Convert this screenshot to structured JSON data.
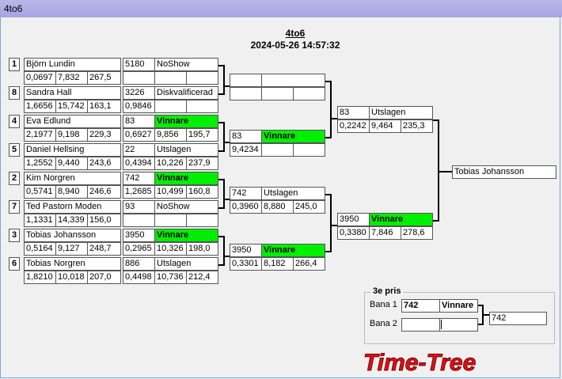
{
  "window": {
    "title": "4to6"
  },
  "header": {
    "title": "4to6",
    "datetime": "2024-05-26 14:57:32"
  },
  "round1": [
    {
      "seed": "1",
      "name": "Björn Lundin",
      "r1": "0,0697",
      "r2": "7,832",
      "r3": "267,5",
      "score": "5180",
      "status": "NoShow",
      "s1": "",
      "s2": "",
      "s3": "",
      "winner": false
    },
    {
      "seed": "8",
      "name": "Sandra Hall",
      "r1": "1,6656",
      "r2": "15,742",
      "r3": "163,1",
      "score": "3226",
      "status": "Diskvalificerad",
      "s1": "0,9846",
      "s2": "",
      "s3": "",
      "winner": false
    },
    {
      "seed": "4",
      "name": "Eva Edlund",
      "r1": "2,1977",
      "r2": "9,198",
      "r3": "229,3",
      "score": "83",
      "status": "Vinnare",
      "s1": "0,6927",
      "s2": "9,856",
      "s3": "195,7",
      "winner": true
    },
    {
      "seed": "5",
      "name": "Daniel Hellsing",
      "r1": "1,2552",
      "r2": "9,440",
      "r3": "243,6",
      "score": "22",
      "status": "Utslagen",
      "s1": "0,4394",
      "s2": "10,226",
      "s3": "237,9",
      "winner": false
    },
    {
      "seed": "2",
      "name": "Kim Norgren",
      "r1": "0,5741",
      "r2": "8,940",
      "r3": "246,6",
      "score": "742",
      "status": "Vinnare",
      "s1": "1,2685",
      "s2": "10,499",
      "s3": "160,8",
      "winner": true
    },
    {
      "seed": "7",
      "name": "Ted Pastorn Moden",
      "r1": "1,1331",
      "r2": "14,339",
      "r3": "156,0",
      "score": "93",
      "status": "NoShow",
      "s1": "",
      "s2": "",
      "s3": "",
      "winner": false
    },
    {
      "seed": "3",
      "name": "Tobias Johansson",
      "r1": "0,5164",
      "r2": "9,127",
      "r3": "248,7",
      "score": "3950",
      "status": "Vinnare",
      "s1": "0,2965",
      "s2": "10,326",
      "s3": "198,0",
      "winner": true
    },
    {
      "seed": "6",
      "name": "Tobias Norgren",
      "r1": "1,8210",
      "r2": "10,018",
      "r3": "207,0",
      "score": "886",
      "status": "Utslagen",
      "s1": "0,4498",
      "s2": "10,736",
      "s3": "212,4",
      "winner": false
    }
  ],
  "round2": [
    {
      "score": "",
      "status": "",
      "s1": "",
      "s2": "",
      "s3": "",
      "winner": false
    },
    {
      "score": "83",
      "status": "Vinnare",
      "s1": "9,4234",
      "s2": "",
      "s3": "",
      "winner": true
    },
    {
      "score": "742",
      "status": "Utslagen",
      "s1": "0,3960",
      "s2": "8,880",
      "s3": "245,0",
      "winner": false
    },
    {
      "score": "3950",
      "status": "Vinnare",
      "s1": "0,3301",
      "s2": "8,182",
      "s3": "266,4",
      "winner": true
    }
  ],
  "round3": [
    {
      "score": "83",
      "status": "Utslagen",
      "s1": "0,2242",
      "s2": "9,464",
      "s3": "235,3",
      "winner": false
    },
    {
      "score": "3950",
      "status": "Vinnare",
      "s1": "0,3380",
      "s2": "7,846",
      "s3": "278,6",
      "winner": true
    }
  ],
  "champion": "Tobias Johansson",
  "third_place": {
    "title": "3e pris",
    "lane1_label": "Bana 1",
    "lane2_label": "Bana 2",
    "lane1_score": "742",
    "lane1_status": "Vinnare",
    "lane2_score": "",
    "lane2_status": "",
    "result": "742"
  },
  "logo_text": "Time-Tree",
  "colors": {
    "winner": "#00ee00",
    "titlebar": "#a6a4e0",
    "logo": "#e0101a"
  }
}
